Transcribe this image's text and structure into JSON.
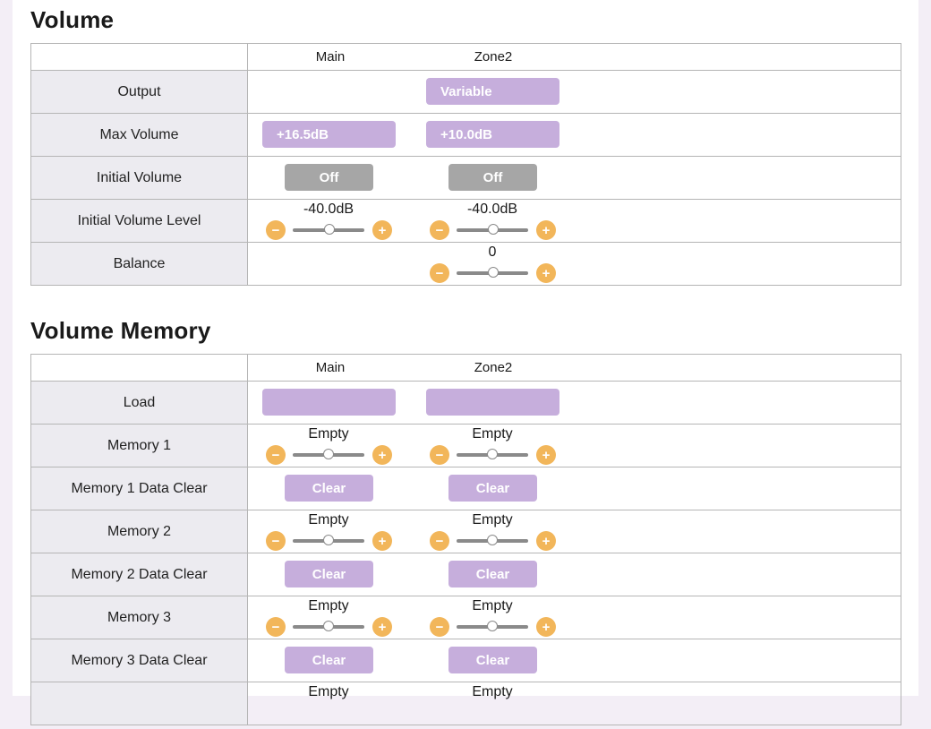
{
  "volume": {
    "title": "Volume",
    "col_main": "Main",
    "col_zone": "Zone2",
    "output": {
      "label": "Output",
      "zone": "Variable"
    },
    "max_volume": {
      "label": "Max Volume",
      "main": "+16.5dB",
      "zone": "+10.0dB"
    },
    "initial_volume": {
      "label": "Initial Volume",
      "main": "Off",
      "zone": "Off"
    },
    "initial_level": {
      "label": "Initial Volume Level",
      "main": "-40.0dB",
      "zone": "-40.0dB"
    },
    "balance": {
      "label": "Balance",
      "zone": "0"
    }
  },
  "memory": {
    "title": "Volume Memory",
    "col_main": "Main",
    "col_zone": "Zone2",
    "load": {
      "label": "Load",
      "main": "",
      "zone": ""
    },
    "m1": {
      "label": "Memory 1",
      "main": "Empty",
      "zone": "Empty"
    },
    "m1clear": {
      "label": "Memory 1 Data Clear",
      "main": "Clear",
      "zone": "Clear"
    },
    "m2": {
      "label": "Memory 2",
      "main": "Empty",
      "zone": "Empty"
    },
    "m2clear": {
      "label": "Memory 2 Data Clear",
      "main": "Clear",
      "zone": "Clear"
    },
    "m3": {
      "label": "Memory 3",
      "main": "Empty",
      "zone": "Empty"
    },
    "m3clear": {
      "label": "Memory 3 Data Clear",
      "main": "Clear",
      "zone": "Clear"
    },
    "m4": {
      "main": "Empty",
      "zone": "Empty"
    }
  },
  "icons": {
    "minus": "−",
    "plus": "+"
  },
  "colors": {
    "accent_purple": "#c6aedc",
    "button_gray": "#a6a6a6",
    "step_orange": "#f2b65a"
  }
}
